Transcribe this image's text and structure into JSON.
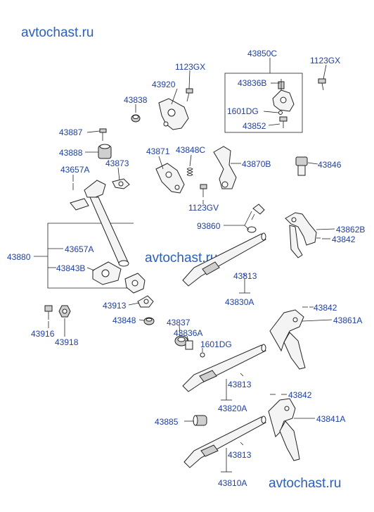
{
  "watermarks": {
    "top": "avtochast.ru",
    "middle": "avtochast.ru",
    "bottom": "avtochast.ru"
  },
  "labels": {
    "p43850C": "43850C",
    "p1123GX_a": "1123GX",
    "p1123GX_b": "1123GX",
    "p43836B": "43836B",
    "p1601DG_a": "1601DG",
    "p43852": "43852",
    "p43920": "43920",
    "p43838": "43838",
    "p43887": "43887",
    "p43888": "43888",
    "p43657A_a": "43657A",
    "p43873": "43873",
    "p43871": "43871",
    "p43848C": "43848C",
    "p43870B": "43870B",
    "p43846": "43846",
    "p1123GV": "1123GV",
    "p93860": "93860",
    "p43862B": "43862B",
    "p43842_a": "43842",
    "p43880": "43880",
    "p43657A_b": "43657A",
    "p43843B": "43843B",
    "p43813_a": "43813",
    "p43830A": "43830A",
    "p43842_b": "43842",
    "p43861A": "43861A",
    "p43913": "43913",
    "p43848": "43848",
    "p43837": "43837",
    "p43836A": "43836A",
    "p1601DG_b": "1601DG",
    "p43916": "43916",
    "p43918": "43918",
    "p43813_b": "43813",
    "p43820A": "43820A",
    "p43842_c": "43842",
    "p43885": "43885",
    "p43841A": "43841A",
    "p43813_c": "43813",
    "p43810A": "43810A"
  }
}
